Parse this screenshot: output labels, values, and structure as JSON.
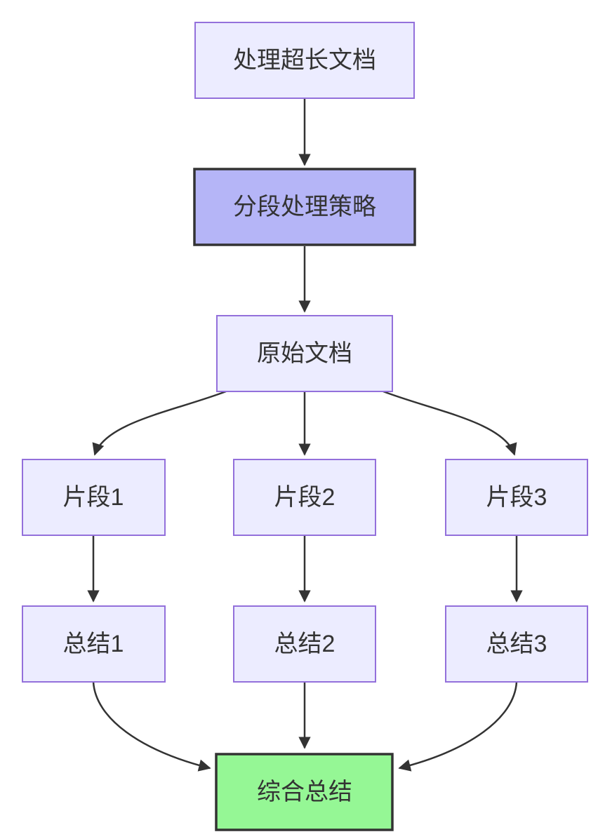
{
  "diagram": {
    "type": "flowchart",
    "direction": "top-down",
    "background": "#ffffff",
    "edge_color": "#333333",
    "text_color": "#333333",
    "nodes": {
      "process_long_doc": {
        "label": "处理超长文档",
        "fill": "#ECECFF",
        "stroke": "#9370DB"
      },
      "segmentation_strategy": {
        "label": "分段处理策略",
        "fill": "#B5B5F7",
        "stroke": "#333333"
      },
      "original_doc": {
        "label": "原始文档",
        "fill": "#ECECFF",
        "stroke": "#9370DB"
      },
      "fragment_1": {
        "label": "片段1",
        "fill": "#ECECFF",
        "stroke": "#9370DB"
      },
      "fragment_2": {
        "label": "片段2",
        "fill": "#ECECFF",
        "stroke": "#9370DB"
      },
      "fragment_3": {
        "label": "片段3",
        "fill": "#ECECFF",
        "stroke": "#9370DB"
      },
      "summary_1": {
        "label": "总结1",
        "fill": "#ECECFF",
        "stroke": "#9370DB"
      },
      "summary_2": {
        "label": "总结2",
        "fill": "#ECECFF",
        "stroke": "#9370DB"
      },
      "summary_3": {
        "label": "总结3",
        "fill": "#ECECFF",
        "stroke": "#9370DB"
      },
      "final_summary": {
        "label": "综合总结",
        "fill": "#95F795",
        "stroke": "#333333"
      }
    },
    "edges": [
      {
        "from": "process_long_doc",
        "to": "segmentation_strategy"
      },
      {
        "from": "segmentation_strategy",
        "to": "original_doc"
      },
      {
        "from": "original_doc",
        "to": "fragment_1"
      },
      {
        "from": "original_doc",
        "to": "fragment_2"
      },
      {
        "from": "original_doc",
        "to": "fragment_3"
      },
      {
        "from": "fragment_1",
        "to": "summary_1"
      },
      {
        "from": "fragment_2",
        "to": "summary_2"
      },
      {
        "from": "fragment_3",
        "to": "summary_3"
      },
      {
        "from": "summary_1",
        "to": "final_summary"
      },
      {
        "from": "summary_2",
        "to": "final_summary"
      },
      {
        "from": "summary_3",
        "to": "final_summary"
      }
    ]
  }
}
